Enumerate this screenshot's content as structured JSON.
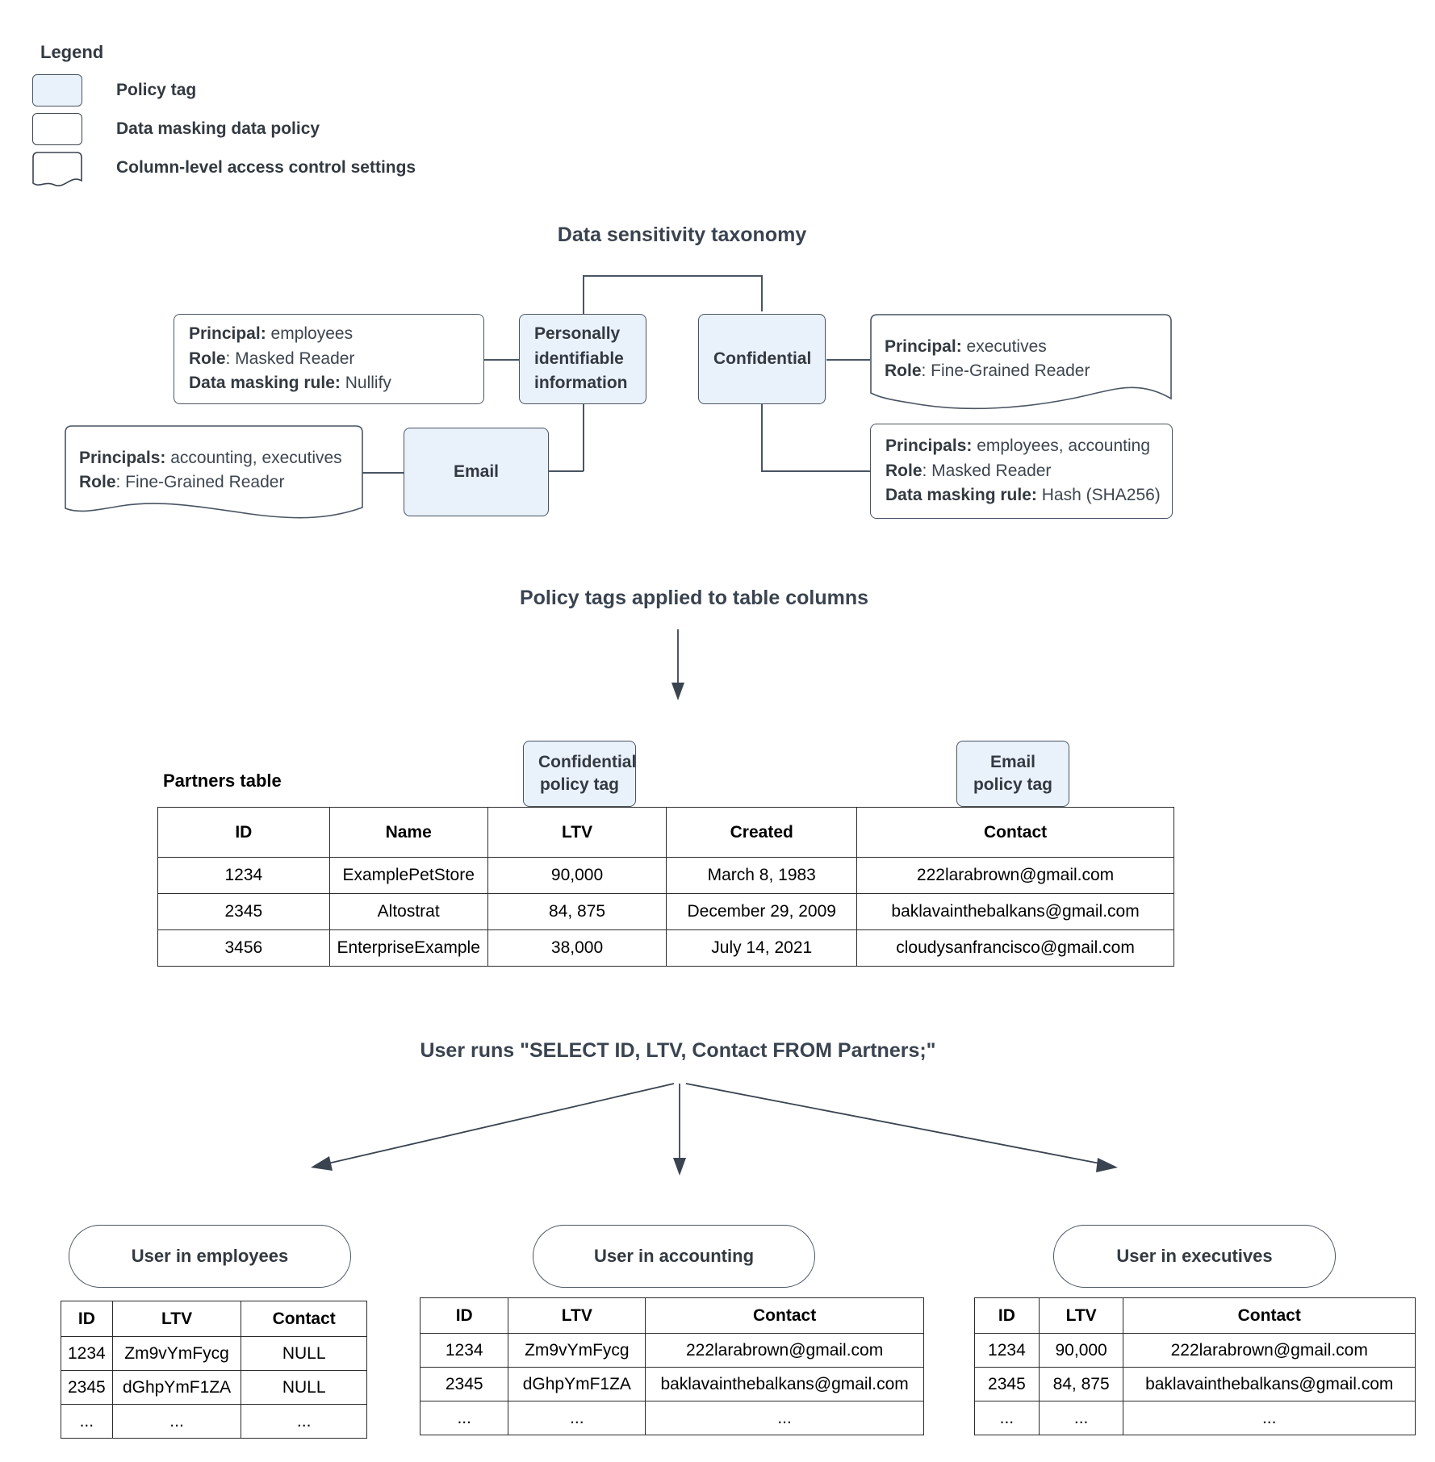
{
  "legend": {
    "title": "Legend",
    "items": [
      {
        "icon": "policy-tag-swatch",
        "label": "Policy tag"
      },
      {
        "icon": "data-masking-policy-swatch",
        "label": "Data masking data policy"
      },
      {
        "icon": "column-level-access-control-swatch",
        "label": "Column-level access control settings"
      }
    ]
  },
  "taxonomy": {
    "title": "Data sensitivity taxonomy",
    "tags": {
      "pii": "Personally identifiable information",
      "confidential": "Confidential",
      "email": "Email"
    },
    "pii_masking_policy": {
      "line1_label": "Principal:",
      "line1_value": " employees",
      "line2_label": "Role",
      "line2_value": ": Masked Reader",
      "line3_label": "Data masking rule:",
      "line3_value": " Nullify"
    },
    "email_access_control": {
      "line1_label": "Principals:",
      "line1_value": " accounting, executives",
      "line2_label": "Role",
      "line2_value": ": Fine-Grained Reader"
    },
    "confidential_access_control": {
      "line1_label": "Principal:",
      "line1_value": " executives",
      "line2_label": "Role",
      "line2_value": ": Fine-Grained Reader"
    },
    "confidential_masking_policy": {
      "line1_label": "Principals:",
      "line1_value": " employees, accounting",
      "line2_label": "Role",
      "line2_value": ": Masked Reader",
      "line3_label": "Data masking rule:",
      "line3_value": " Hash (SHA256)"
    }
  },
  "applied": {
    "title": "Policy tags applied to table columns",
    "table_label": "Partners table",
    "confidential_tag": {
      "line1": "Confidential",
      "line2": "policy tag"
    },
    "email_tag": {
      "line1": "Email",
      "line2": "policy tag"
    },
    "partners_table": {
      "headers": [
        "ID",
        "Name",
        "LTV",
        "Created",
        "Contact"
      ],
      "rows": [
        [
          "1234",
          "ExamplePetStore",
          "90,000",
          "March 8, 1983",
          "222larabrown@gmail.com"
        ],
        [
          "2345",
          "Altostrat",
          "84, 875",
          "December 29, 2009",
          "baklavainthebalkans@gmail.com"
        ],
        [
          "3456",
          "EnterpriseExample",
          "38,000",
          "July 14, 2021",
          "cloudysanfrancisco@gmail.com"
        ]
      ]
    }
  },
  "query": {
    "title": "User runs \"SELECT ID, LTV, Contact FROM Partners;\"",
    "results": [
      {
        "role_label": "User in employees",
        "headers": [
          "ID",
          "LTV",
          "Contact"
        ],
        "rows": [
          [
            "1234",
            "Zm9vYmFycg",
            "NULL"
          ],
          [
            "2345",
            "dGhpYmF1ZA",
            "NULL"
          ],
          [
            "...",
            "...",
            "..."
          ]
        ]
      },
      {
        "role_label": "User in accounting",
        "headers": [
          "ID",
          "LTV",
          "Contact"
        ],
        "rows": [
          [
            "1234",
            "Zm9vYmFycg",
            "222larabrown@gmail.com"
          ],
          [
            "2345",
            "dGhpYmF1ZA",
            "baklavainthebalkans@gmail.com"
          ],
          [
            "...",
            "...",
            "..."
          ]
        ]
      },
      {
        "role_label": "User in executives",
        "headers": [
          "ID",
          "LTV",
          "Contact"
        ],
        "rows": [
          [
            "1234",
            "90,000",
            "222larabrown@gmail.com"
          ],
          [
            "2345",
            "84, 875",
            "baklavainthebalkans@gmail.com"
          ],
          [
            "...",
            "...",
            "..."
          ]
        ]
      }
    ]
  },
  "colors": {
    "policy_tag_fill": "#e9f1fb",
    "stroke": "#4a5462",
    "text": "#333940",
    "table_border": "#2b2b2b"
  }
}
